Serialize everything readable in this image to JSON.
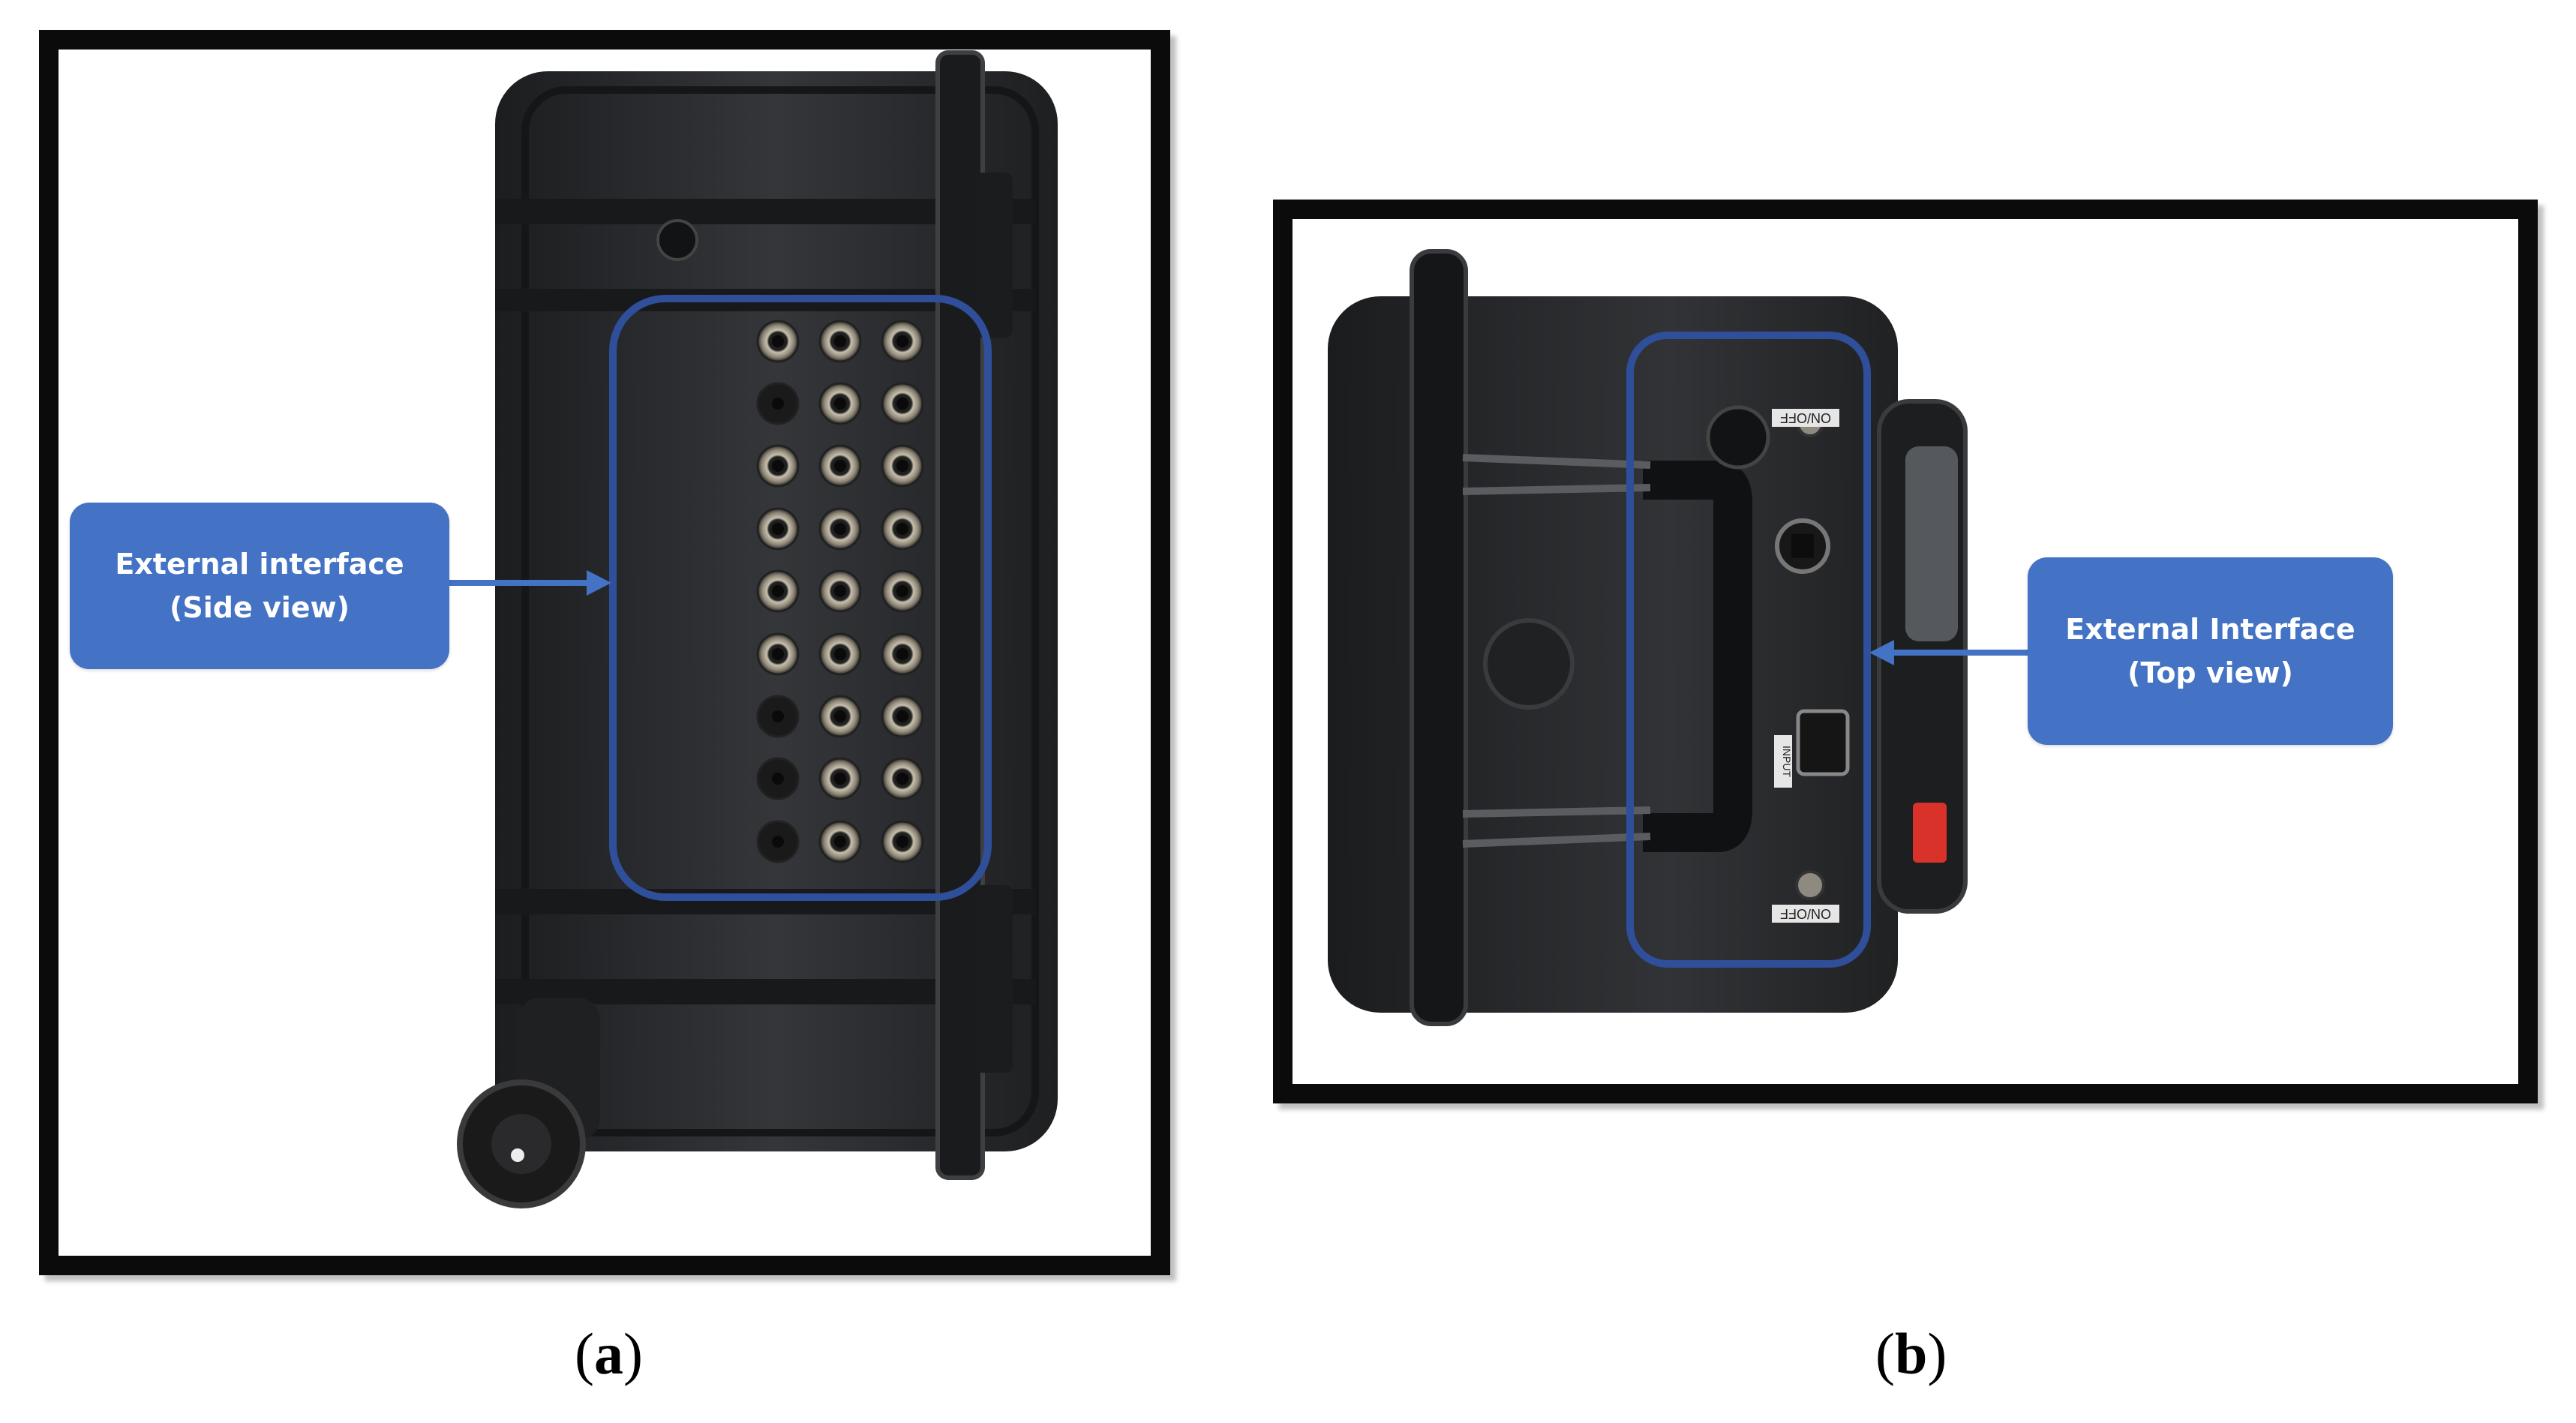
{
  "panels": [
    {
      "id": "a",
      "label_open": "(",
      "label_letter": "a",
      "label_close": ")",
      "callout_line1": "External interface",
      "callout_line2": "(Side view)"
    },
    {
      "id": "b",
      "label_open": "(",
      "label_letter": "b",
      "label_close": ")",
      "callout_line1": "External Interface",
      "callout_line2": "(Top view)",
      "device_labels": {
        "top_switch": "ON/OFF",
        "input": "INPUT",
        "bottom_switch": "ON/OFF"
      }
    }
  ],
  "colors": {
    "callout_fill": "#4472c4",
    "highlight_outline": "#2f4f9a",
    "case_body": "#2a2b2d",
    "frame": "#0b0b0b"
  }
}
